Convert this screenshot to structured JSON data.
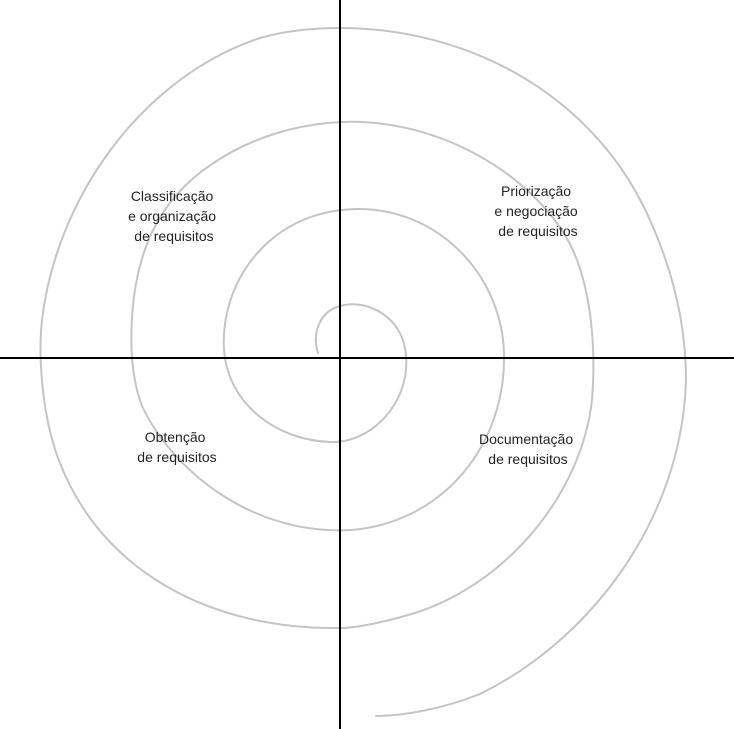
{
  "diagram": {
    "colors": {
      "spiral": "#c4c4c4",
      "axes": "#000000",
      "text": "#222222",
      "background": "#ffffff"
    },
    "quadrants": {
      "top_left": {
        "line1": "Classificação",
        "line2": "e organização",
        "line3": "de requisitos"
      },
      "top_right": {
        "line1": "Priorização",
        "line2": "e negociação",
        "line3": "de requisitos"
      },
      "bottom_left": {
        "line1": "Obtenção",
        "line2": "de requisitos"
      },
      "bottom_right": {
        "line1": "Documentação",
        "line2": "de requisitos"
      }
    }
  }
}
